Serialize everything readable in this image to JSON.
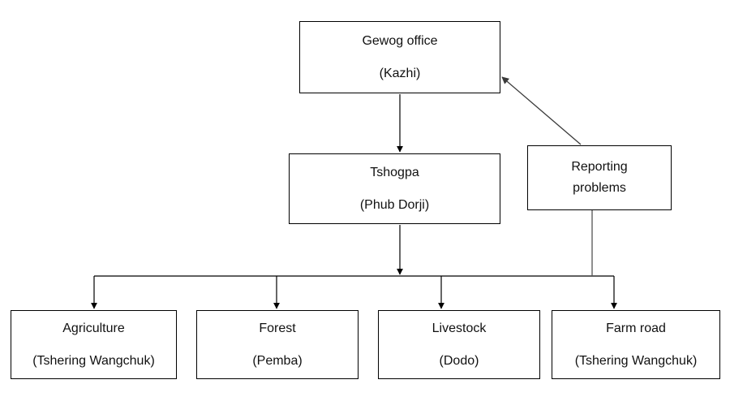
{
  "nodes": {
    "gewog": {
      "title": "Gewog office",
      "person": "(Kazhi)"
    },
    "tshogpa": {
      "title": "Tshogpa",
      "person": "(Phub Dorji)"
    },
    "reporting": {
      "line1": "Reporting",
      "line2": "problems"
    },
    "agriculture": {
      "title": "Agriculture",
      "person": "(Tshering Wangchuk)"
    },
    "forest": {
      "title": "Forest",
      "person": "(Pemba)"
    },
    "livestock": {
      "title": "Livestock",
      "person": "(Dodo)"
    },
    "farm_road": {
      "title": "Farm road",
      "person": "(Tshering Wangchuk)"
    }
  },
  "colors": {
    "line": "#000000",
    "connector_gray": "#555555",
    "text": "#111111",
    "background": "#ffffff"
  }
}
